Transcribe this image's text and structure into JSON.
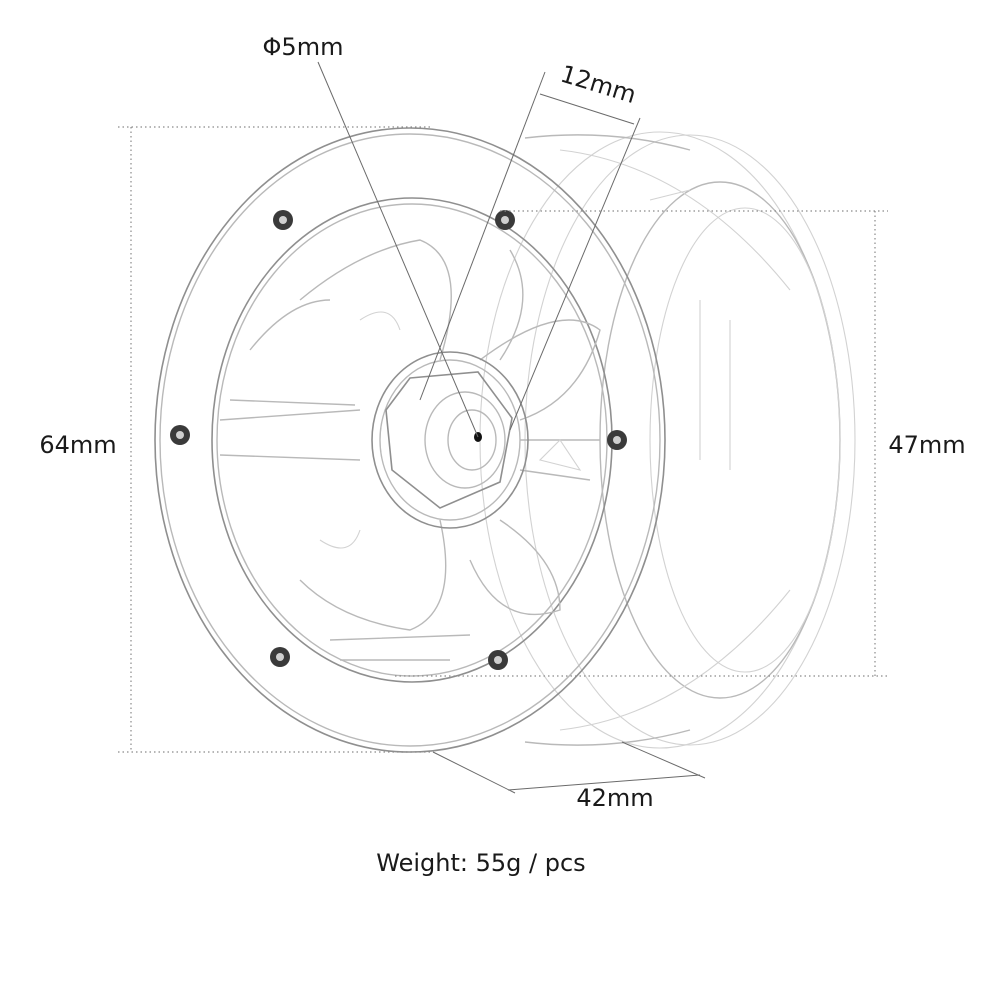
{
  "dimensions": {
    "shaft_hole": "Φ5mm",
    "hub_width": "12mm",
    "outer_diameter": "64mm",
    "inner_diameter": "47mm",
    "total_width": "42mm"
  },
  "weight_note": "Weight: 55g / pcs"
}
